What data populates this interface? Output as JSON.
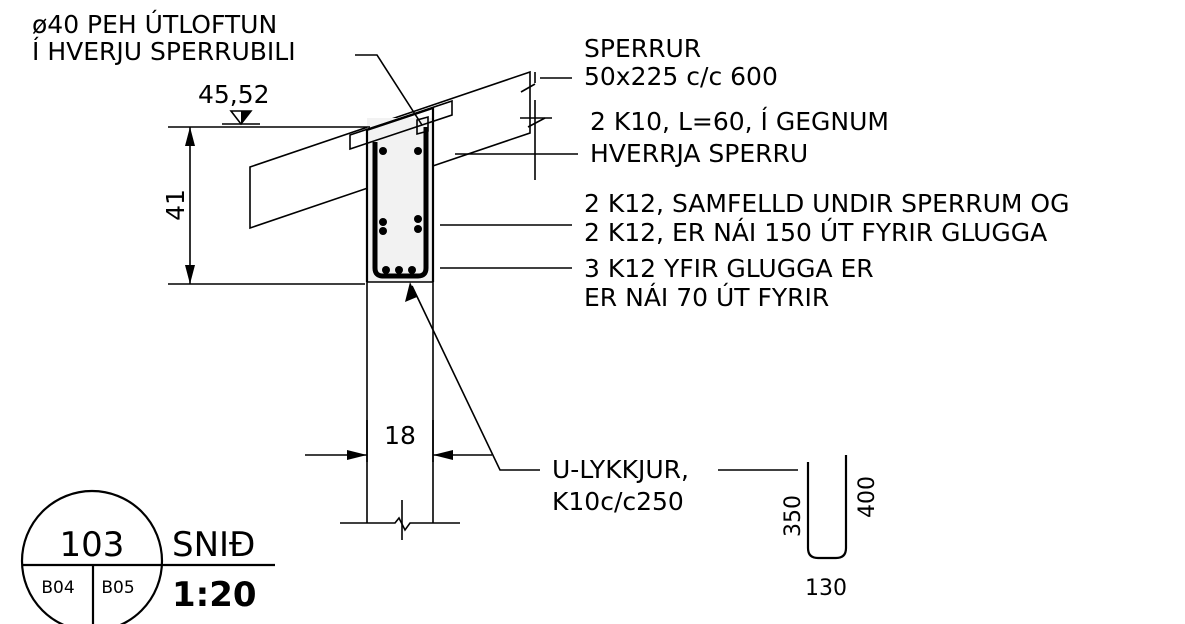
{
  "notes": {
    "vent_line1": "ø40 PEH ÚTLOFTUN",
    "vent_line2": "Í HVERJU SPERRUBILI",
    "level": "45,52",
    "rafter_line1": "SPERRUR",
    "rafter_line2": "50x225 c/c 600",
    "bar_k10_line1": "2 K10, L=60, Í GEGNUM",
    "bar_k10_line2": "HVERRJA SPERRU",
    "bar_k12_line1": "2 K12, SAMFELLD UNDIR SPERRUM OG",
    "bar_k12_line2": "2 K12, ER NÁI 150 ÚT FYRIR GLUGGA",
    "bar_k12b_line1": "3 K12 YFIR GLUGGA ER",
    "bar_k12b_line2": "ER NÁI 70 ÚT FYRIR",
    "stirrup_line1": "U-LYKKJUR,",
    "stirrup_line2": "K10c/c250"
  },
  "dimensions": {
    "height": "41",
    "width": "18",
    "stirrup_leg_a": "350",
    "stirrup_leg_b": "400",
    "stirrup_base": "130"
  },
  "title_block": {
    "detail_number": "103",
    "sheet_ref_1": "B04",
    "sheet_ref_2": "B05",
    "title": "SNIÐ",
    "scale": "1:20"
  }
}
